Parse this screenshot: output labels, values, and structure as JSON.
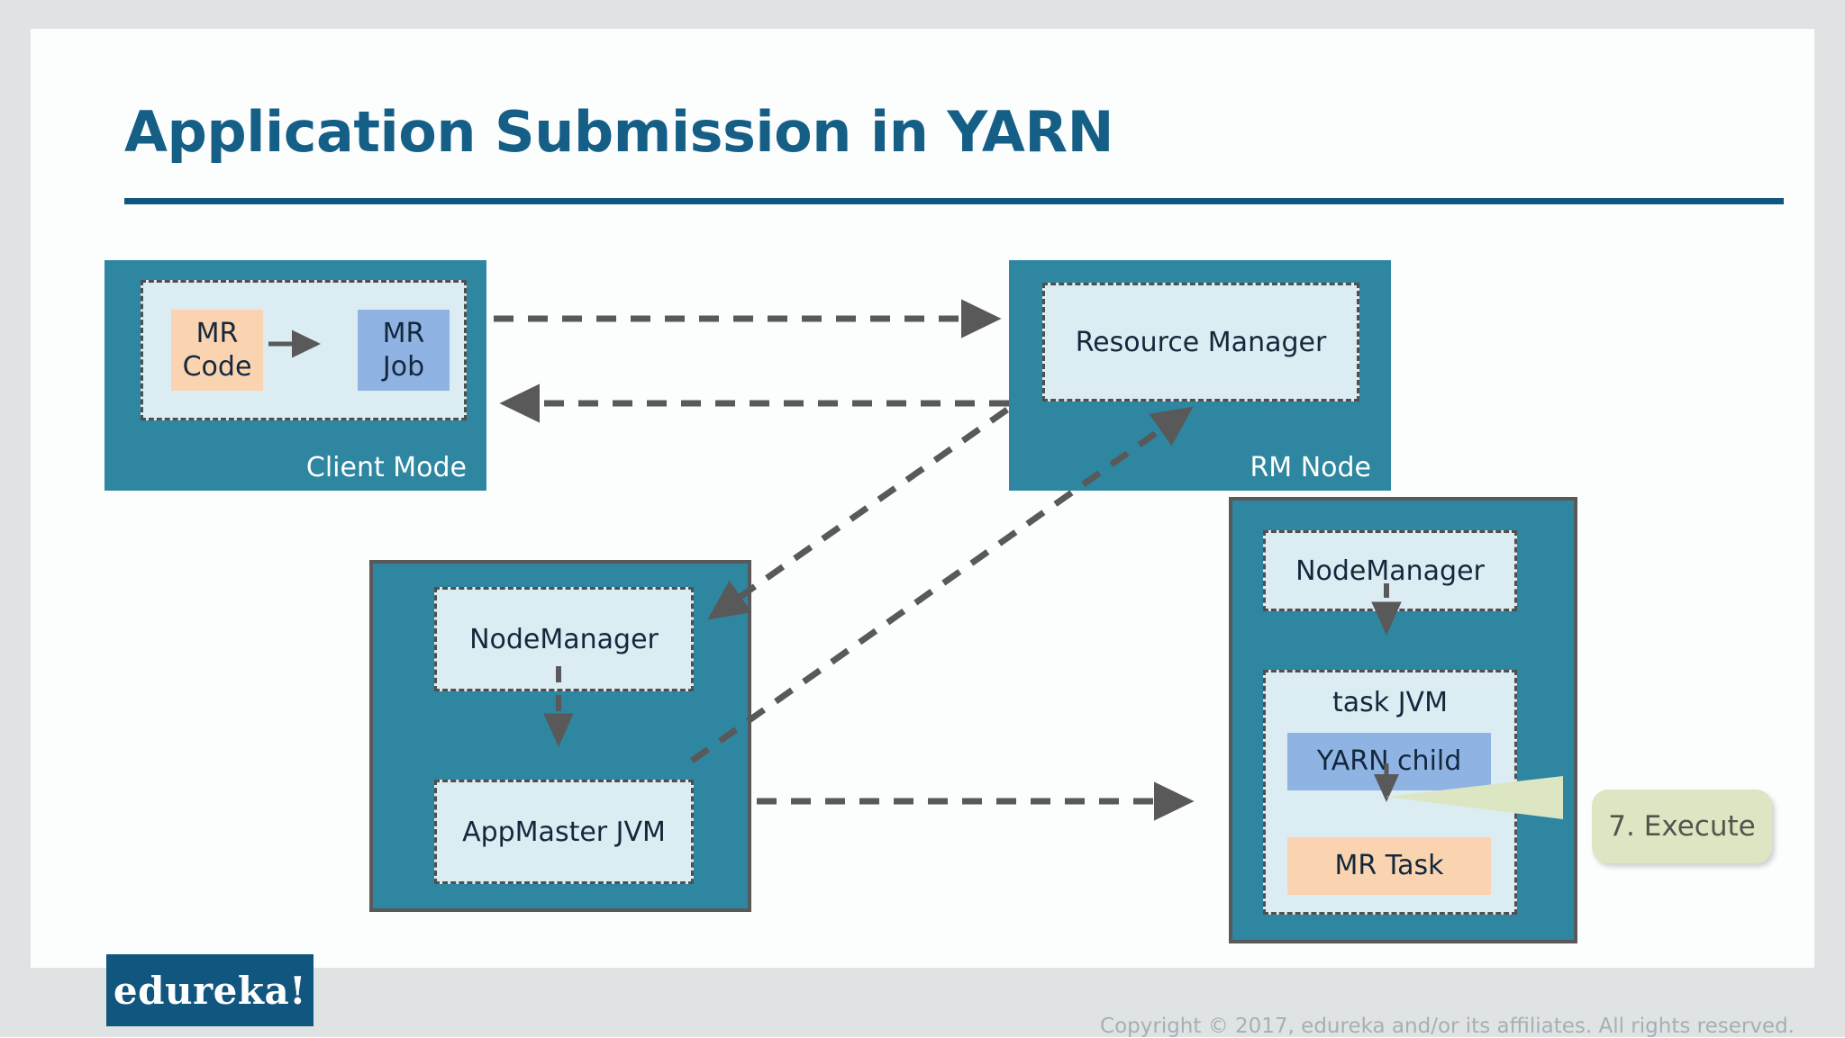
{
  "slide": {
    "title": "Application Submission in YARN",
    "accent_color": "#11567F",
    "title_color": "#155F87",
    "node_color": "#2E86A0",
    "panel_color": "#DCECF3",
    "peach_color": "#FAD4B0",
    "blue_color": "#8FB4E3",
    "callout_color": "#DDE6C3",
    "connector_color": "#595959",
    "page_background": "#DFE3E3",
    "canvas_background": "#FCFEFE"
  },
  "diagram": {
    "client_node": {
      "label": "Client Mode",
      "panel_items": [
        {
          "id": "mr-code",
          "text": "MR Code",
          "style": "peach"
        },
        {
          "id": "mr-job",
          "text": "MR Job",
          "style": "blue"
        }
      ]
    },
    "rm_node": {
      "label": "RM Node",
      "panel_title": "Resource Manager"
    },
    "appmaster_node": {
      "panels": [
        {
          "id": "nodemanager",
          "text": "NodeManager"
        },
        {
          "id": "appmaster-jvm",
          "text": "AppMaster JVM"
        }
      ]
    },
    "worker_node": {
      "panels": [
        {
          "id": "nodemanager-2",
          "text": "NodeManager"
        }
      ],
      "task_jvm": {
        "heading": "task JVM",
        "items": [
          {
            "id": "yarn-child",
            "text": "YARN child",
            "style": "blue"
          },
          {
            "id": "mr-task",
            "text": "MR Task",
            "style": "peach"
          }
        ]
      }
    },
    "callout": {
      "text": "7. Execute"
    }
  },
  "footer": {
    "logo_text": "edureka!",
    "copyright": "Copyright © 2017, edureka and/or its affiliates. All rights reserved."
  }
}
